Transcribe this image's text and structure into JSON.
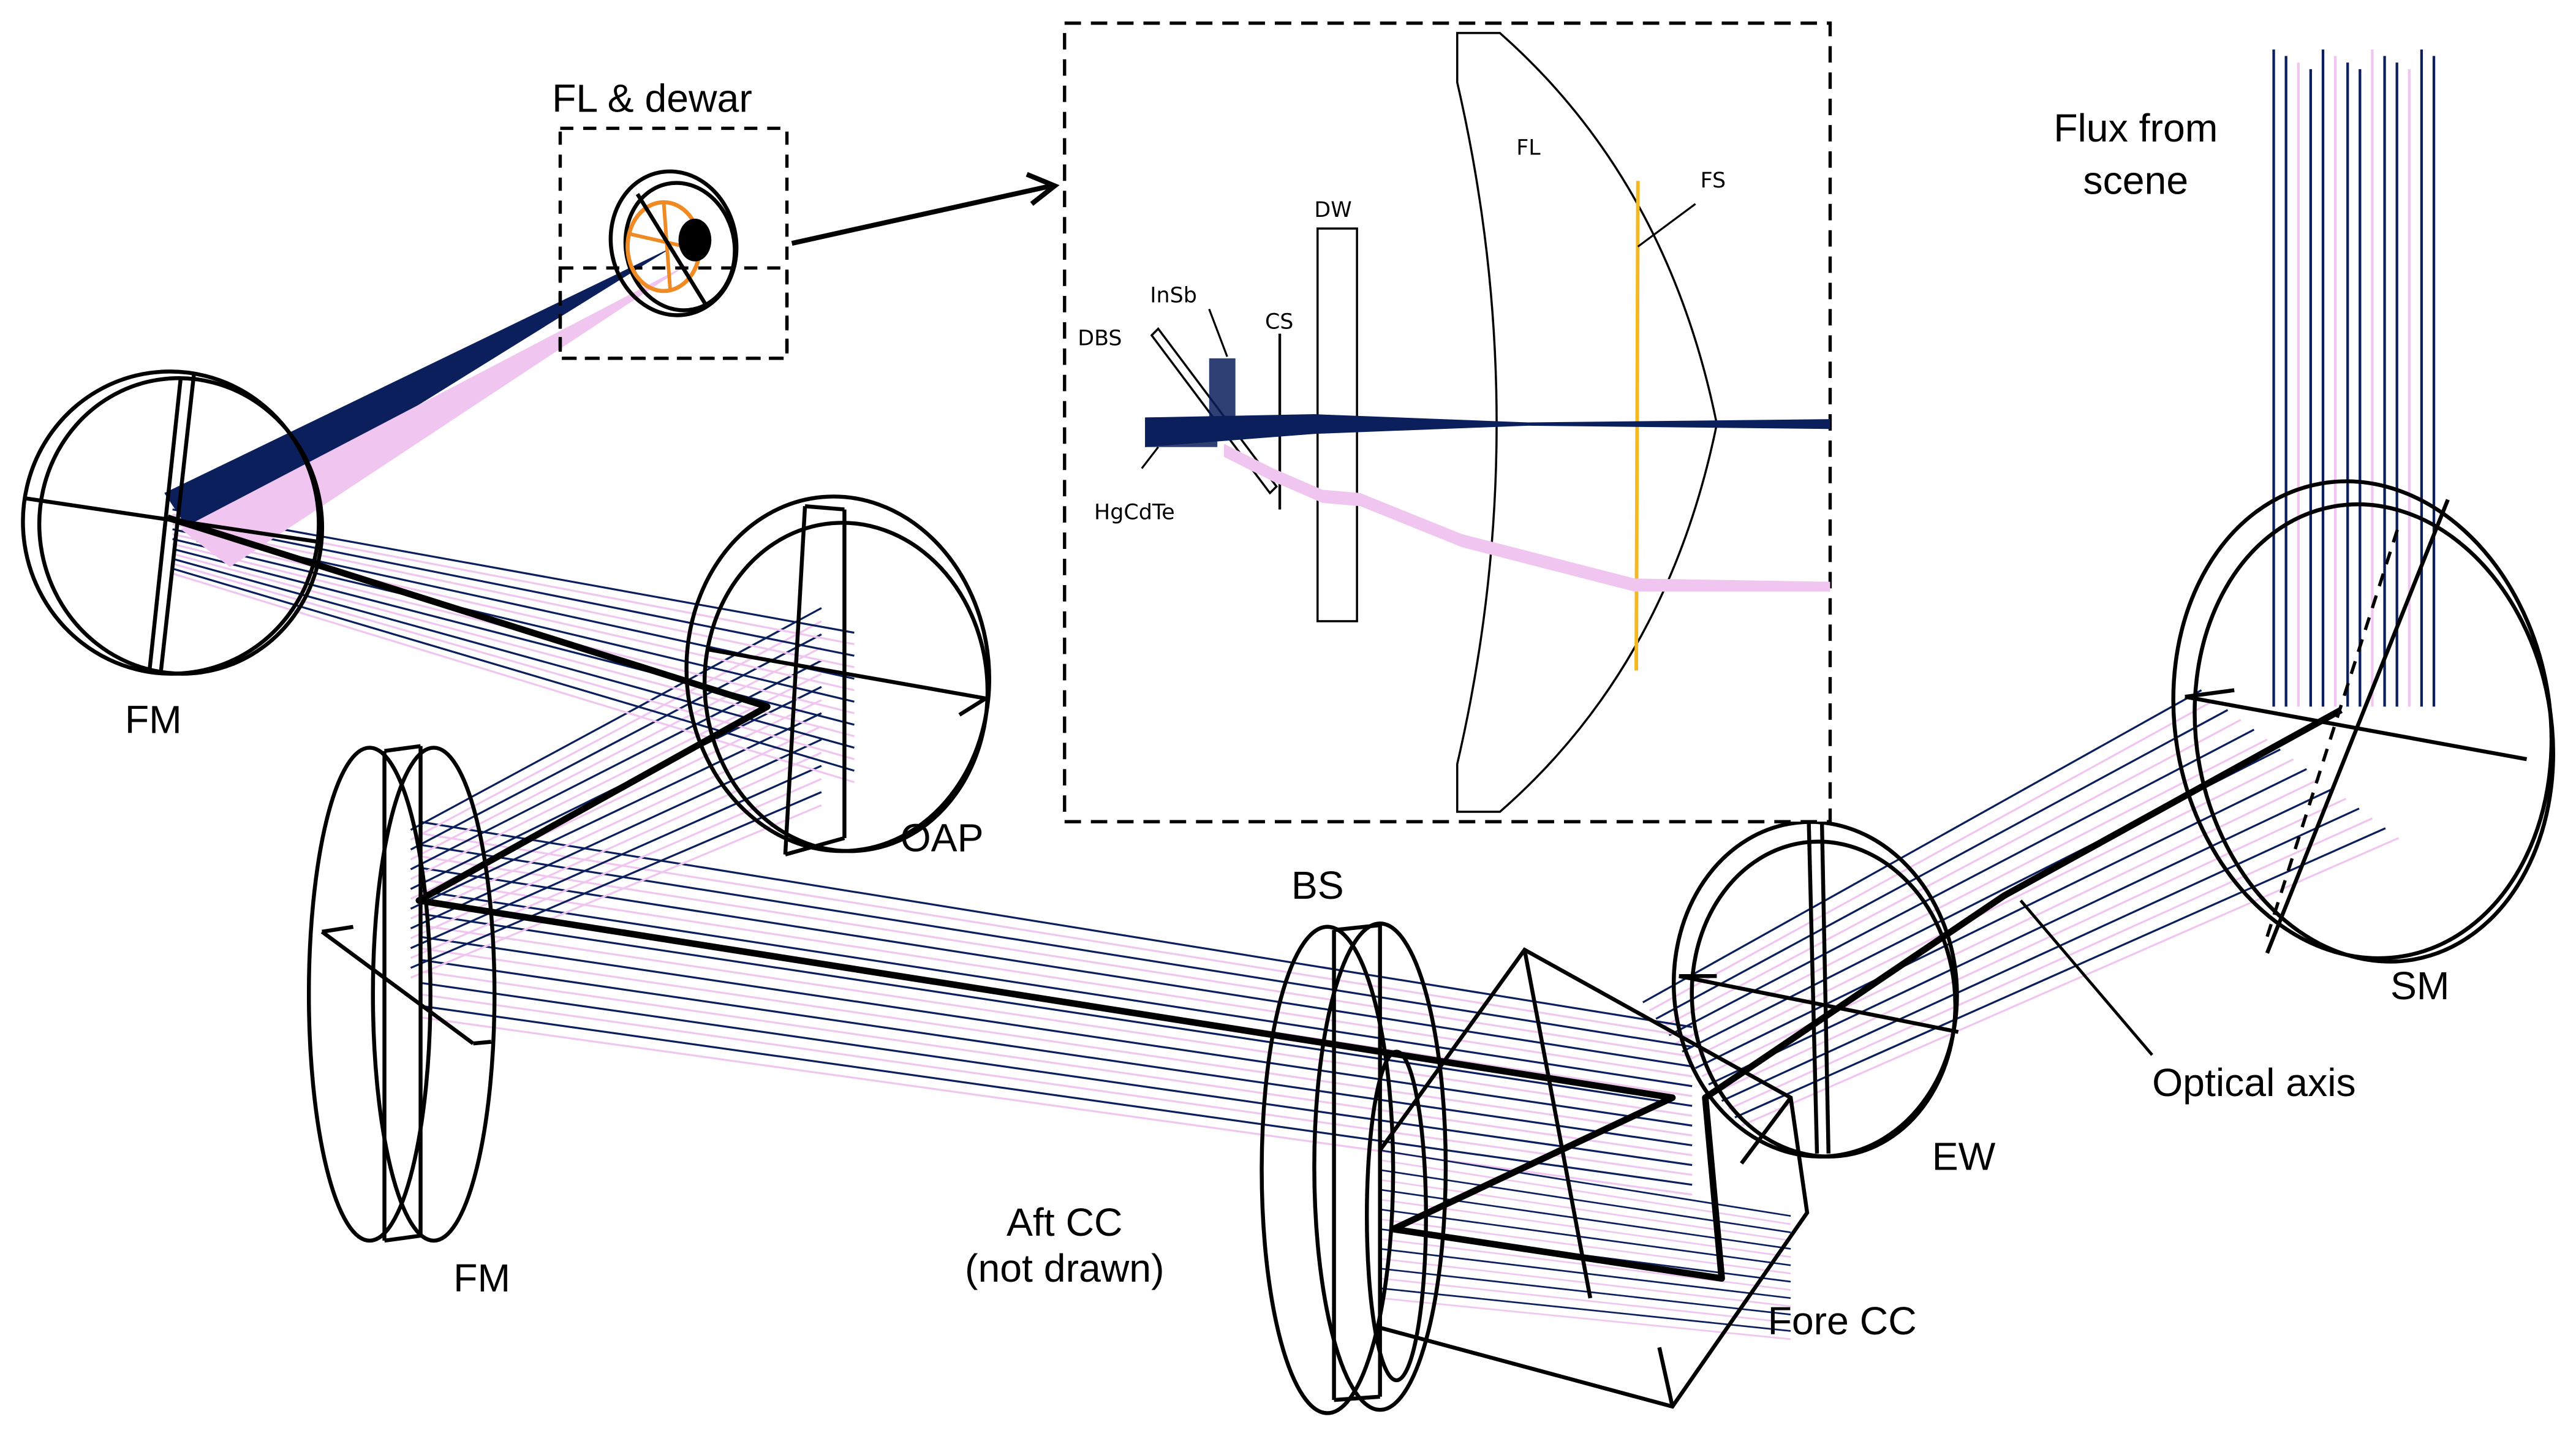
{
  "figure": {
    "labels": {
      "fl_dewar": "FL & dewar",
      "fm_top": "FM",
      "fm_bottom": "FM",
      "oap": "OAP",
      "bs": "BS",
      "aft_cc_line1": "Aft CC",
      "aft_cc_line2": "(not drawn)",
      "fore_cc": "Fore CC",
      "ew": "EW",
      "optical_axis": "Optical axis",
      "sm": "SM",
      "flux_line1": "Flux from",
      "flux_line2": "scene"
    },
    "inset_labels": {
      "fl": "FL",
      "fs": "FS",
      "dw": "DW",
      "cs": "CS",
      "insb": "InSb",
      "dbs": "DBS",
      "hgcdte": "HgCdTe"
    },
    "colors": {
      "ray_band1": "#0b1f5c",
      "ray_band2": "#f0c6f0",
      "field_stop": "#f5b820",
      "dewar_ring": "#f08a24",
      "outline": "#000000"
    }
  }
}
